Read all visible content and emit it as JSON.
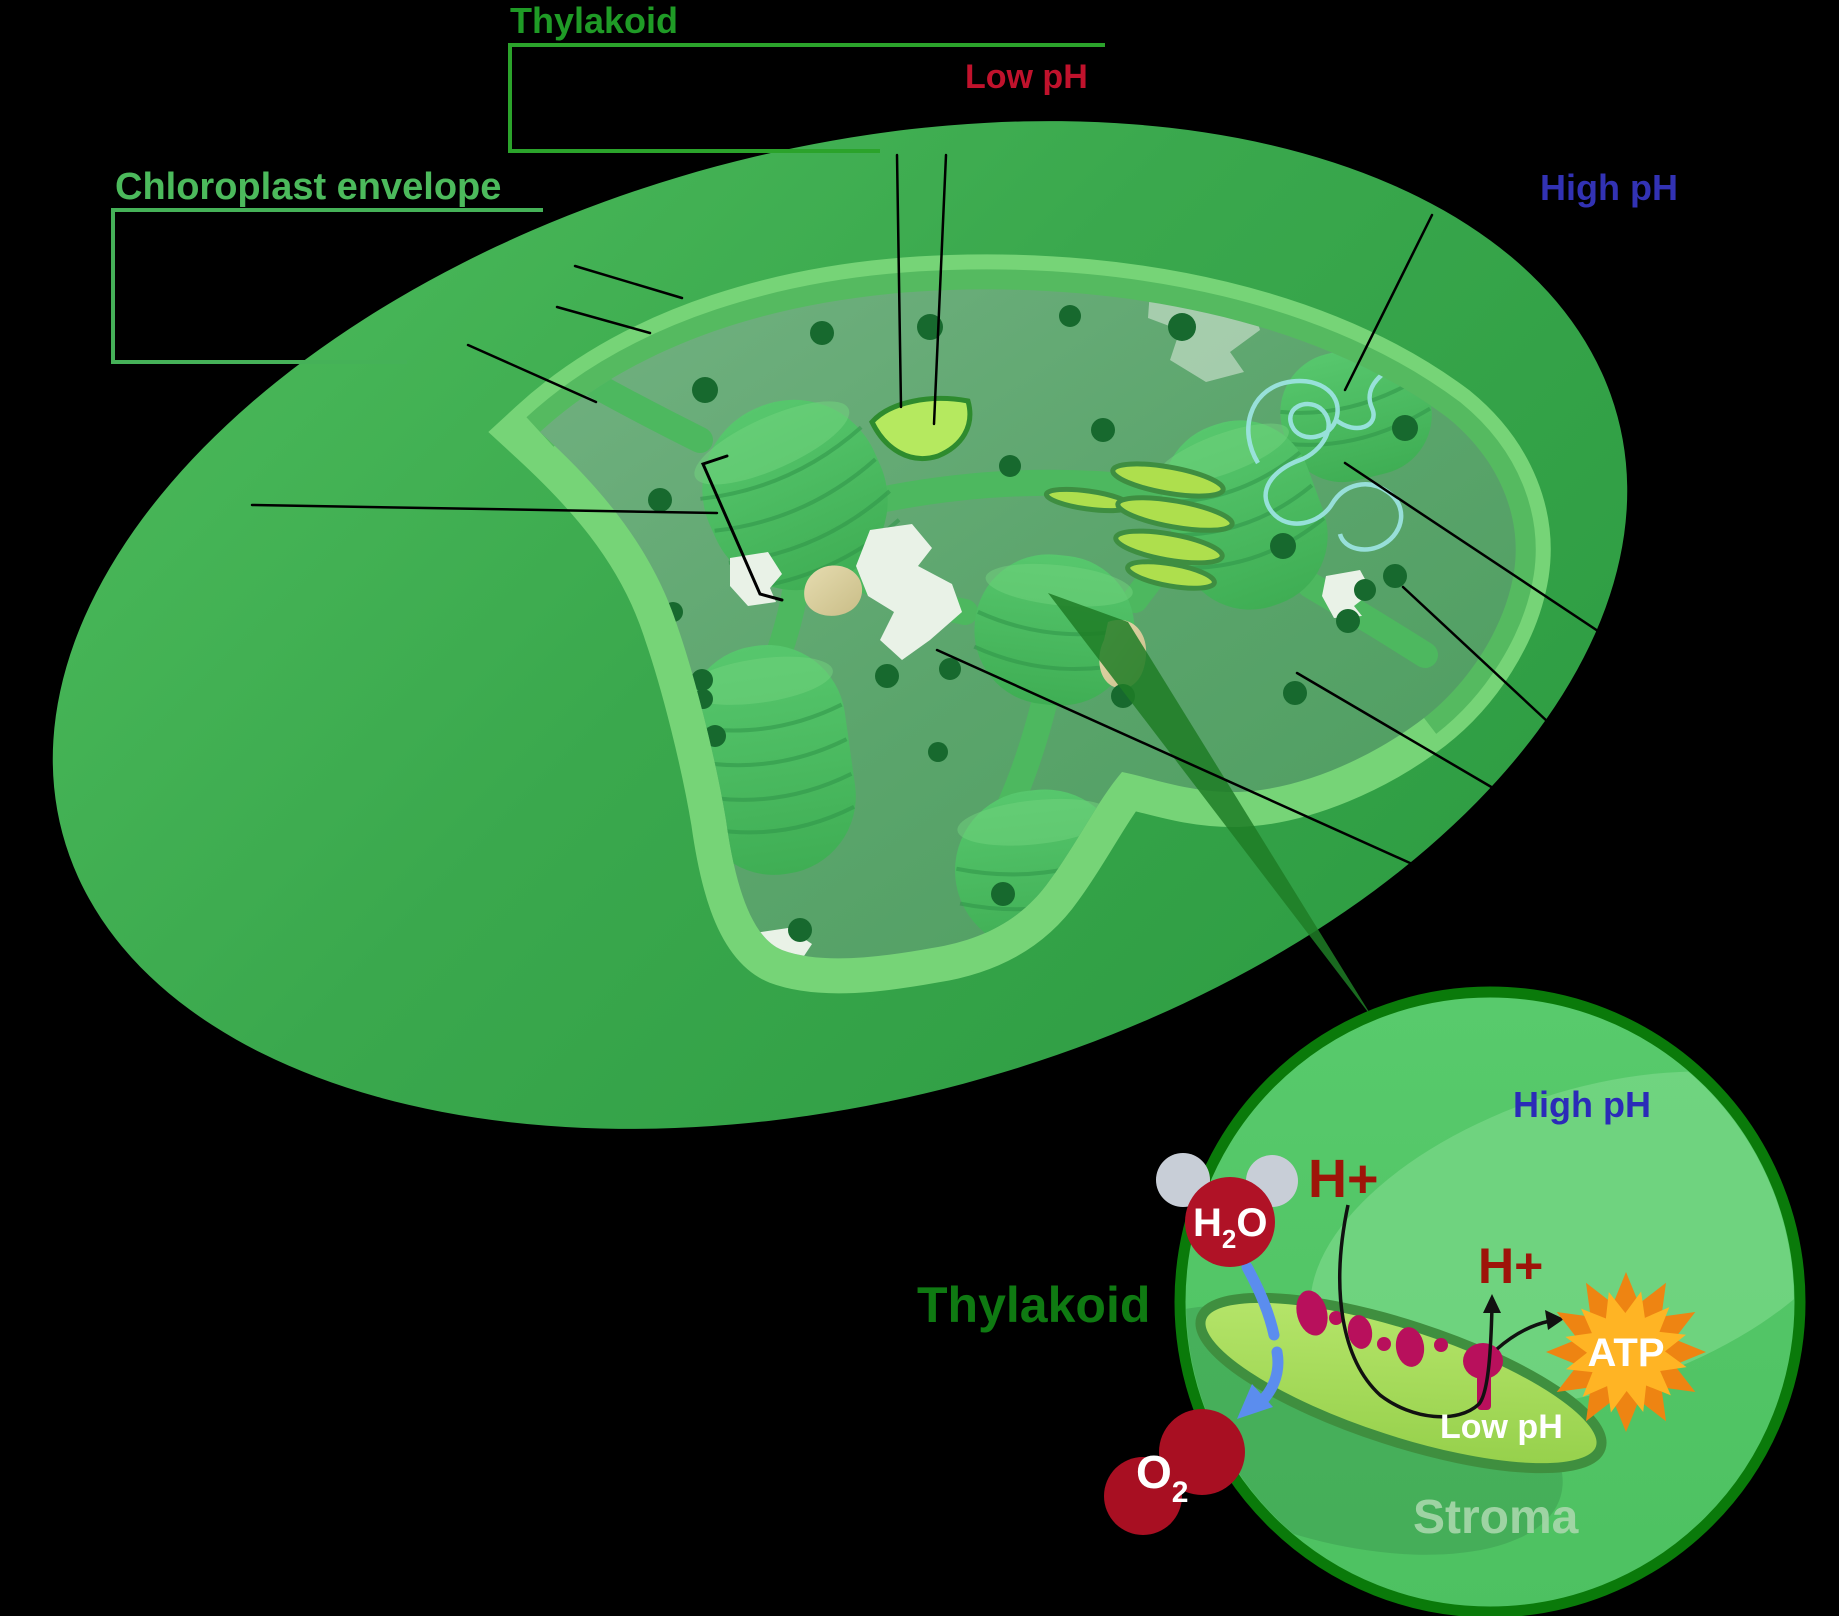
{
  "main_labels": {
    "thylakoid": "Thylakoid",
    "low_ph": "Low pH",
    "chloroplast_envelope": "Chloroplast envelope",
    "high_ph": "High pH"
  },
  "inset": {
    "high_ph": "High pH",
    "h_plus_left": "H+",
    "h_plus_right": "H+",
    "h2o": {
      "h": "H",
      "sub": "2",
      "o": "O"
    },
    "o2": {
      "o": "O",
      "sub": "2"
    },
    "thylakoid": "Thylakoid",
    "atp": "ATP",
    "low_ph": "Low pH",
    "stroma": "Stroma"
  },
  "colors": {
    "background": "#000000",
    "thylakoid_label_green": "#1F9B26",
    "envelope_label_green": "#4CBA5C",
    "low_ph_red": "#C0122C",
    "high_ph_blue": "#3232B4",
    "inset_thylakoid_green": "#0F7A12",
    "h_plus_dark_red": "#9E1409",
    "molecule_red": "#B01226",
    "o2_red": "#A80F22",
    "hydrogen_gray": "#C8CED7",
    "atp_orange": "#FFB424",
    "atp_orange_dark": "#EE8412",
    "protein_magenta": "#B8105C",
    "lime_thylakoid": "#A8DC46",
    "stroma_text_green": "#A6D7AA",
    "body_green": "#3CAB4D"
  }
}
